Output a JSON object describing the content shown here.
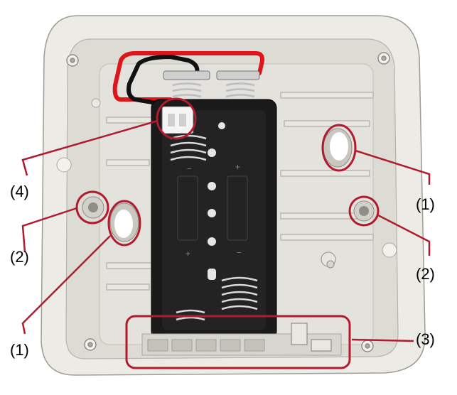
{
  "colors": {
    "housing": "#ecebe6",
    "housing_shadow": "#c9c7c0",
    "inner": "#dcdbd4",
    "battery_holder": "#1a1a1a",
    "spring": "#d9d9d9",
    "wire_red": "#e0141b",
    "wire_black": "#111111",
    "callout": "#b01c2e"
  },
  "callouts": [
    {
      "id": "battery-connector",
      "label": "(4)"
    },
    {
      "id": "mounting-hole-upper-right",
      "label": "(1)"
    },
    {
      "id": "screw-left",
      "label": "(2)"
    },
    {
      "id": "screw-right",
      "label": "(2)"
    },
    {
      "id": "mounting-hole-lower-left",
      "label": "(1)"
    },
    {
      "id": "cable-entry",
      "label": "(3)"
    }
  ],
  "battery_markings": {
    "plus": "+",
    "minus": "−"
  }
}
